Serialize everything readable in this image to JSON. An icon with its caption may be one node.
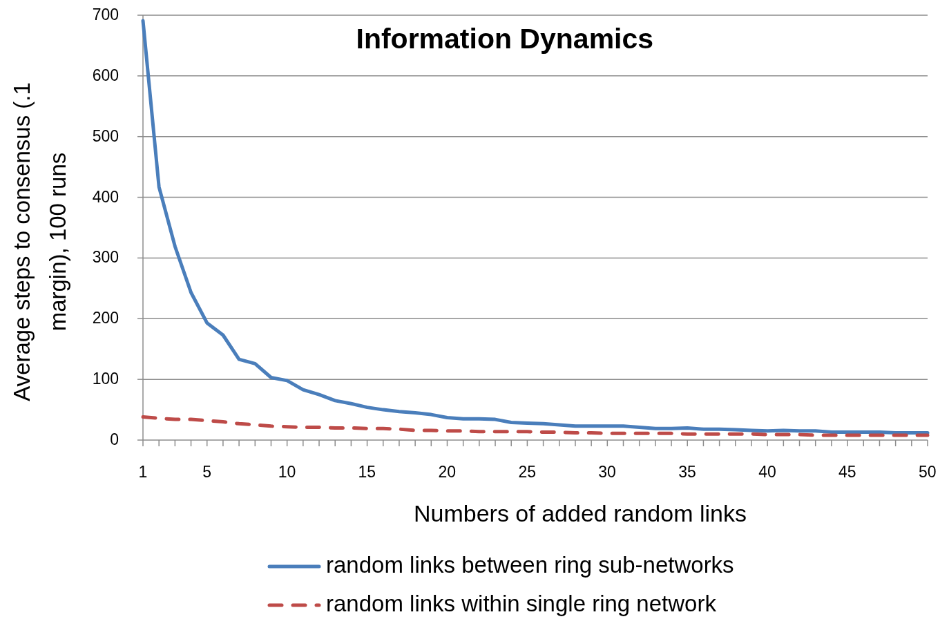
{
  "diagram": {
    "chart_data": {
      "type": "line",
      "title": "Information Dynamics",
      "xlabel": "Numbers of added random links",
      "ylabel": "Average steps to consensus (.1 margin), 100 runs",
      "x": [
        1,
        2,
        3,
        4,
        5,
        6,
        7,
        8,
        9,
        10,
        11,
        12,
        13,
        14,
        15,
        16,
        17,
        18,
        19,
        20,
        21,
        22,
        23,
        24,
        25,
        26,
        27,
        28,
        29,
        30,
        31,
        32,
        33,
        34,
        35,
        36,
        37,
        38,
        39,
        40,
        41,
        42,
        43,
        44,
        45,
        46,
        47,
        48,
        49,
        50
      ],
      "series": [
        {
          "name": "random links between ring sub-networks",
          "color": "#4a7ebb",
          "line_style": "solid",
          "values": [
            691,
            417,
            319,
            243,
            193,
            173,
            133,
            126,
            103,
            98,
            83,
            75,
            65,
            60,
            54,
            50,
            47,
            45,
            42,
            37,
            35,
            35,
            34,
            29,
            28,
            27,
            25,
            23,
            23,
            23,
            23,
            21,
            19,
            19,
            20,
            18,
            18,
            17,
            16,
            15,
            16,
            15,
            15,
            13,
            13,
            13,
            13,
            12,
            12,
            12
          ]
        },
        {
          "name": "random links within single ring network",
          "color": "#be4b48",
          "line_style": "dashed",
          "values": [
            38,
            36,
            34,
            34,
            32,
            30,
            27,
            25,
            23,
            22,
            21,
            21,
            20,
            20,
            19,
            19,
            18,
            16,
            16,
            15,
            15,
            14,
            14,
            14,
            14,
            13,
            13,
            12,
            12,
            11,
            11,
            11,
            11,
            11,
            10,
            10,
            10,
            10,
            10,
            9,
            9,
            9,
            8,
            8,
            8,
            8,
            8,
            8,
            8,
            8
          ]
        }
      ],
      "ylim": [
        0,
        700
      ],
      "xlim": [
        1,
        50
      ],
      "grid": true,
      "legend": true,
      "yticks": [
        0,
        100,
        200,
        300,
        400,
        500,
        600,
        700
      ],
      "xticks": [
        1,
        5,
        10,
        15,
        20,
        25,
        30,
        35,
        40,
        45,
        50
      ]
    }
  }
}
